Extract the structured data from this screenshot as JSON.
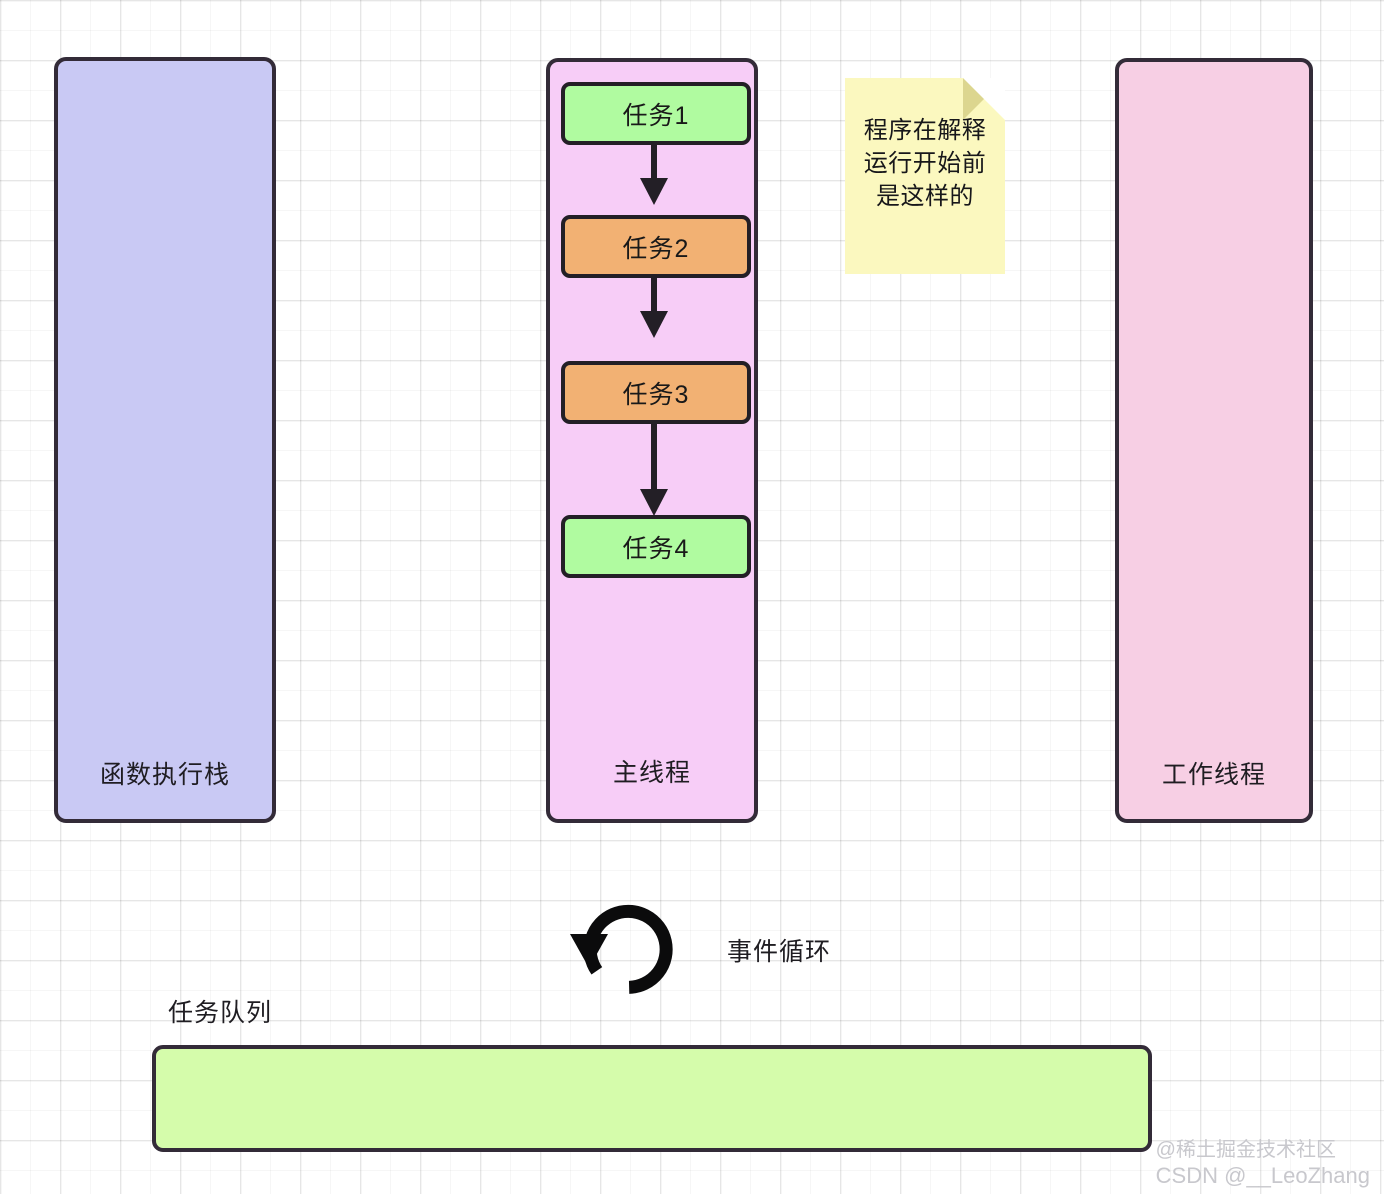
{
  "diagram": {
    "call_stack": {
      "label": "函数执行栈",
      "color": "#c9c9f4"
    },
    "main_thread": {
      "label": "主线程",
      "color": "#f7cdf7",
      "tasks": [
        {
          "label": "任务1",
          "color": "#b0fba0"
        },
        {
          "label": "任务2",
          "color": "#f2b173"
        },
        {
          "label": "任务3",
          "color": "#f2b173"
        },
        {
          "label": "任务4",
          "color": "#b0fba0"
        }
      ]
    },
    "worker_thread": {
      "label": "工作线程",
      "color": "#f7cfe4"
    },
    "sticky_note": {
      "text": "程序在解释运行开始前是这样的",
      "color": "#fbf8bf"
    },
    "event_loop": {
      "icon": "circular-arrow-icon",
      "label": "事件循环"
    },
    "task_queue": {
      "label": "任务队列",
      "color": "#d5fcab"
    },
    "watermark": {
      "line1": "@稀土掘金技术社区",
      "line2": "CSDN @__LeoZhang"
    }
  }
}
